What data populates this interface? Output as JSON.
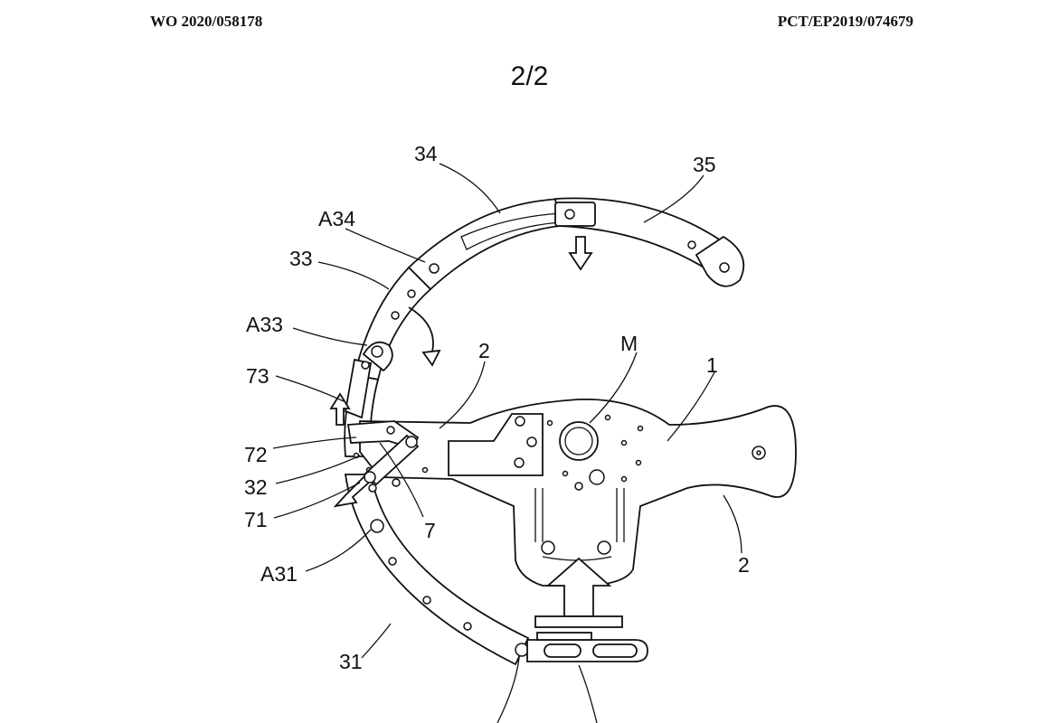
{
  "header": {
    "publication_number": "WO 2020/058178",
    "application_number": "PCT/EP2019/074679"
  },
  "sheet": {
    "label": "2/2"
  },
  "figure": {
    "labels": {
      "l34": "34",
      "l35": "35",
      "lA34": "A34",
      "l33": "33",
      "lA33": "A33",
      "l73": "73",
      "lM": "M",
      "l2a": "2",
      "l1": "1",
      "l72": "72",
      "l32": "32",
      "l71": "71",
      "l7": "7",
      "lA31": "A31",
      "l2b": "2",
      "l31": "31"
    }
  }
}
